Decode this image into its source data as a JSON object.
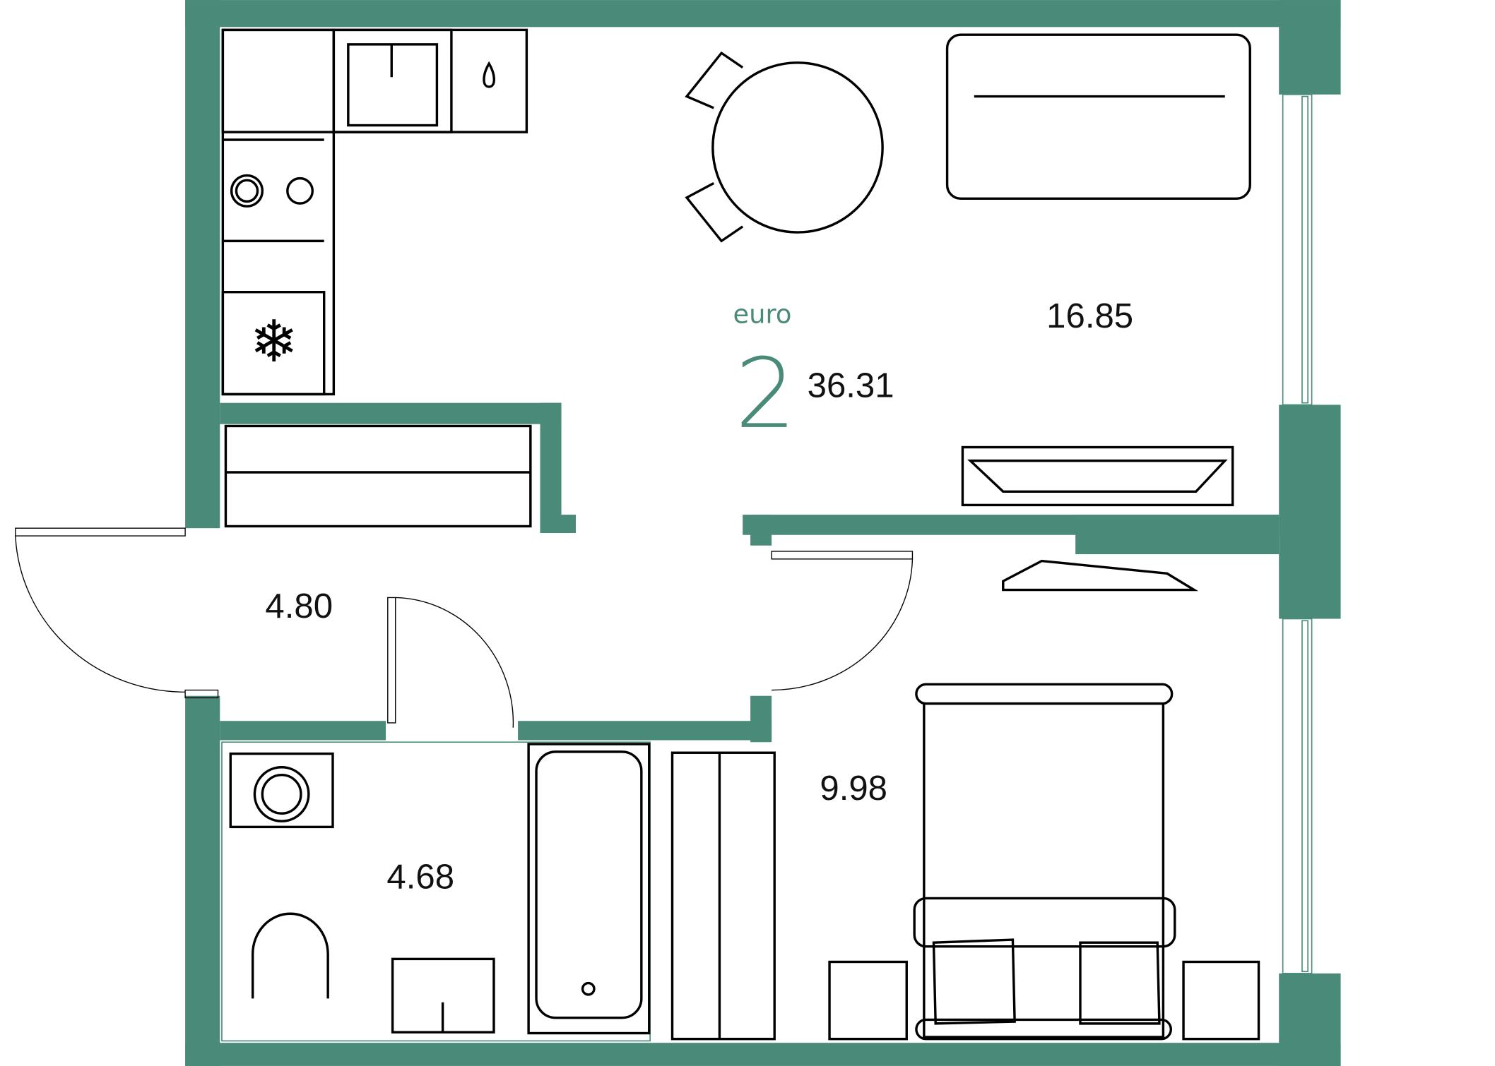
{
  "plan": {
    "type_label": "euro",
    "room_count": "2",
    "total_area": "36.31",
    "rooms": {
      "living_room_area": "16.85",
      "hallway_area": "4.80",
      "bathroom_area": "4.68",
      "bedroom_area": "9.98"
    }
  },
  "colors": {
    "wall": "#4a8a78"
  }
}
